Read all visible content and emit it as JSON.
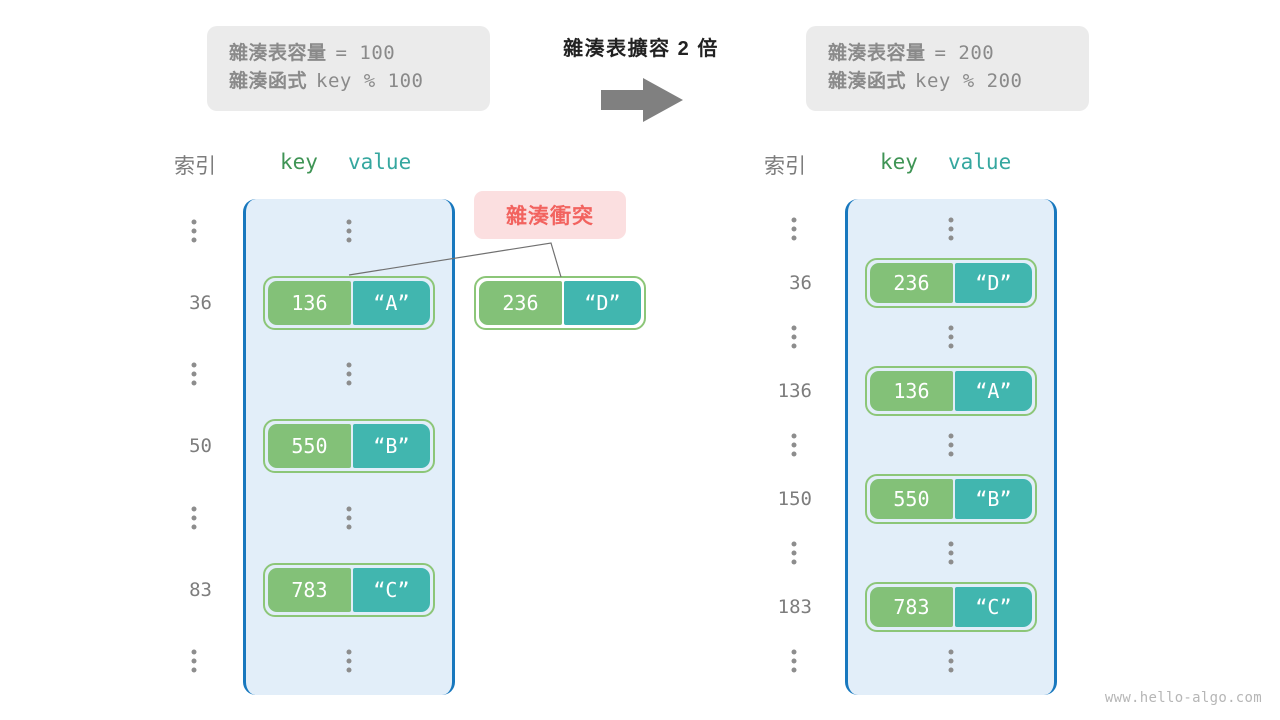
{
  "info_left": {
    "capacity_label": "雜湊表容量",
    "capacity_value": "= 100",
    "function_label": "雜湊函式",
    "function_value": "key % 100"
  },
  "info_right": {
    "capacity_label": "雜湊表容量",
    "capacity_value": "= 200",
    "function_label": "雜湊函式",
    "function_value": "key % 200"
  },
  "transition": {
    "label": "雜湊表擴容 2 倍",
    "arrow_icon": "right-arrow-icon",
    "arrow_color": "#808080"
  },
  "headers": {
    "index": "索引",
    "key": "key",
    "value": "value"
  },
  "collision": {
    "label": "雜湊衝突",
    "text_color": "#f2635f",
    "background_color": "#fbdfe0"
  },
  "colors": {
    "table_fill": "#e2eef9",
    "table_border": "#1878be",
    "key_cell": "#83c178",
    "value_cell": "#41b6af",
    "pair_border": "#8cc678",
    "index_text": "#7d7d7d"
  },
  "left_table": {
    "rows": [
      {
        "type": "dots",
        "index": "⋮",
        "key": "",
        "value": ""
      },
      {
        "type": "entry",
        "index": "36",
        "key": "136",
        "value": "“A”"
      },
      {
        "type": "dots",
        "index": "⋮",
        "key": "",
        "value": ""
      },
      {
        "type": "entry",
        "index": "50",
        "key": "550",
        "value": "“B”"
      },
      {
        "type": "dots",
        "index": "⋮",
        "key": "",
        "value": ""
      },
      {
        "type": "entry",
        "index": "83",
        "key": "783",
        "value": "“C”"
      },
      {
        "type": "dots",
        "index": "⋮",
        "key": "",
        "value": ""
      }
    ]
  },
  "floating_entry": {
    "key": "236",
    "value": "“D”"
  },
  "right_table": {
    "rows": [
      {
        "type": "dots",
        "index": "⋮",
        "key": "",
        "value": ""
      },
      {
        "type": "entry",
        "index": "36",
        "key": "236",
        "value": "“D”"
      },
      {
        "type": "dots",
        "index": "⋮",
        "key": "",
        "value": ""
      },
      {
        "type": "entry",
        "index": "136",
        "key": "136",
        "value": "“A”"
      },
      {
        "type": "dots",
        "index": "⋮",
        "key": "",
        "value": ""
      },
      {
        "type": "entry",
        "index": "150",
        "key": "550",
        "value": "“B”"
      },
      {
        "type": "dots",
        "index": "⋮",
        "key": "",
        "value": ""
      },
      {
        "type": "entry",
        "index": "183",
        "key": "783",
        "value": "“C”"
      },
      {
        "type": "dots",
        "index": "⋮",
        "key": "",
        "value": ""
      }
    ]
  },
  "watermark": "www.hello-algo.com"
}
